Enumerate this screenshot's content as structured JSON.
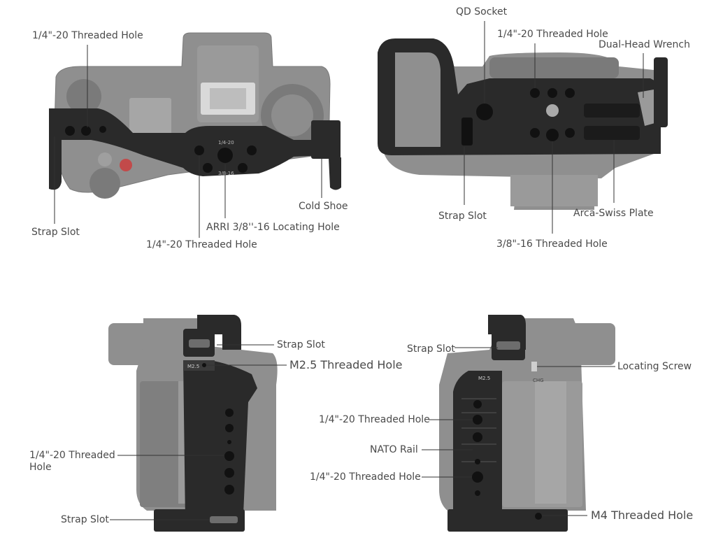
{
  "colors": {
    "camera_body": "#8f8f8f",
    "camera_dark": "#6d6d6d",
    "cage": "#2a2a2a",
    "cage_hole": "#111111",
    "leader_line": "#333333",
    "label_text": "#4a4a4a"
  },
  "top_view": {
    "threaded_hole_top": "1/4\"-20 Threaded Hole",
    "strap_slot": "Strap Slot",
    "threaded_hole_bottom": "1/4\"-20 Threaded Hole",
    "arri_hole": "ARRI 3/8''-16 Locating Hole",
    "cold_shoe": "Cold Shoe",
    "engraving_a": "1/4-20",
    "engraving_b": "3/8-16"
  },
  "bottom_view": {
    "qd_socket": "QD Socket",
    "threaded_hole": "1/4\"-20 Threaded Hole",
    "wrench": "Dual-Head Wrench",
    "strap_slot": "Strap Slot",
    "arca_plate": "Arca-Swiss Plate",
    "threaded_hole_38": "3/8\"-16 Threaded Hole"
  },
  "left_view": {
    "strap_slot_top": "Strap Slot",
    "m25_hole": "M2.5 Threaded Hole",
    "threaded_hole": "1/4\"-20 Threaded Hole",
    "strap_slot_bottom": "Strap Slot",
    "engraving": "M2.5"
  },
  "right_view": {
    "strap_slot": "Strap Slot",
    "locating_screw": "Locating Screw",
    "threaded_hole_a": "1/4\"-20 Threaded Hole",
    "nato_rail": "NATO Rail",
    "threaded_hole_b": "1/4\"-20 Threaded Hole",
    "m4_hole": "M4 Threaded Hole",
    "engraving_m25": "M2.5",
    "engraving_chg": "CHG"
  }
}
